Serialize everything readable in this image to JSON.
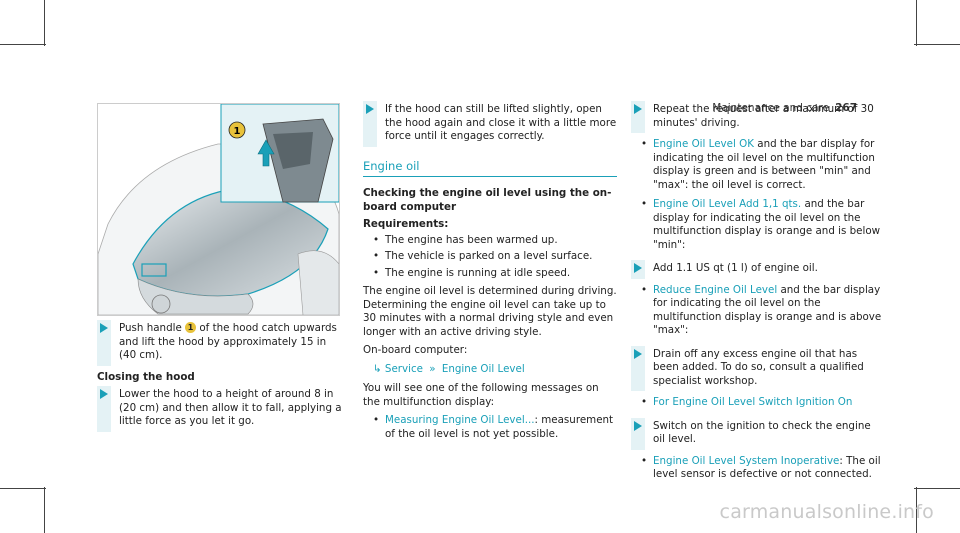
{
  "header": {
    "section": "Maintenance and care",
    "page_number": "267"
  },
  "figure": {
    "callout": "1"
  },
  "col1": {
    "step1_a": "Push handle",
    "step1_badge": "1",
    "step1_b": "of the hood catch upwards and lift the hood by approximately 15 in (40 cm).",
    "closing_heading": "Closing the hood",
    "step2": "Lower the hood to a height of around 8 in (20 cm) and then allow it to fall, applying a little force as you let it go."
  },
  "col2": {
    "step1": "If the hood can still be lifted slightly, open the hood again and close it with a little more force until it engages correctly.",
    "section_title": "Engine oil",
    "sub_heading": "Checking the engine oil level using the on-board computer",
    "requirements_label": "Requirements:",
    "requirements": [
      "The engine has been warmed up.",
      "The vehicle is parked on a level surface.",
      "The engine is running at idle speed."
    ],
    "para1": "The engine oil level is determined during driving. Determining the engine oil level can take up to 30 minutes with a normal driving style and even longer with an active driving style.",
    "onboard_label": "On-board computer:",
    "nav_service": "Service",
    "nav_item": "Engine Oil Level",
    "para2": "You will see one of the following messages on the multifunction display:",
    "msg1_label": "Measuring Engine Oil Level...",
    "msg1_text": ": measurement of the oil level is not yet possible."
  },
  "col3": {
    "step1": "Repeat the request after a maximum of 30 minutes' driving.",
    "b1_label": "Engine Oil Level OK",
    "b1_text": " and the bar display for indicating the oil level on the multifunction display is green and is between \"min\" and \"max\": the oil level is correct.",
    "b2_label": "Engine Oil Level Add 1,1 qts.",
    "b2_text": " and the bar display for indicating the oil level on the multifunction display is orange and is below \"min\":",
    "step2": "Add 1.1 US qt (1 l) of engine oil.",
    "b3_label": "Reduce Engine Oil Level",
    "b3_text": " and the bar display for indicating the oil level on the multifunction display is orange and is above \"max\":",
    "step3": "Drain off any excess engine oil that has been added. To do so, consult a qualified specialist workshop.",
    "b4_label": "For Engine Oil Level Switch Ignition On",
    "step4": "Switch on the ignition to check the engine oil level.",
    "b5_label": "Engine Oil Level System Inoperative",
    "b5_text": ": The oil level sensor is defective or not connected."
  },
  "watermark": "carmanualsonline.info"
}
